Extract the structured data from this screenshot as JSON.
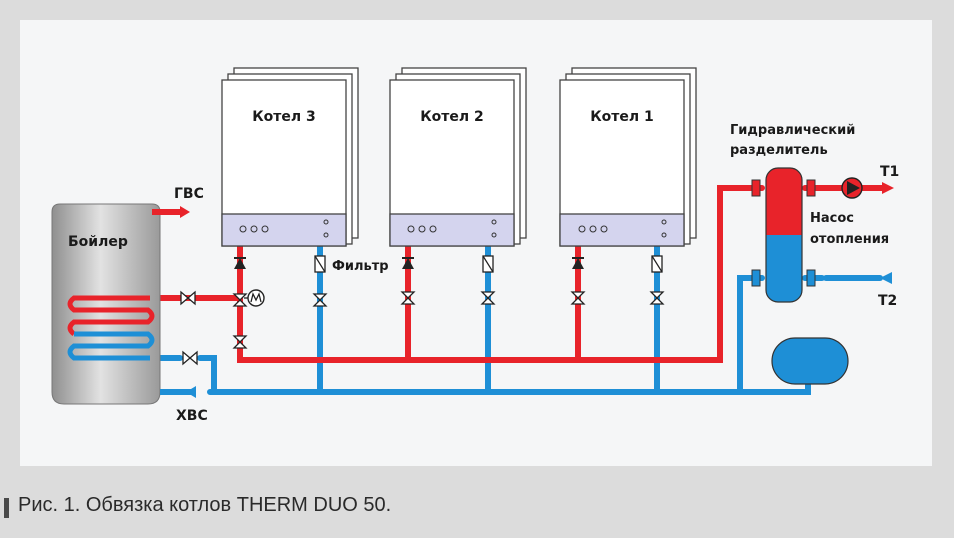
{
  "boilers": [
    {
      "label": "Котел 3"
    },
    {
      "label": "Котел 2"
    },
    {
      "label": "Котел 1"
    }
  ],
  "labels": {
    "hot_water": "ГВС",
    "cold_water": "ХВС",
    "tank": "Бойлер",
    "filter": "Фильтр",
    "separator_line1": "Гидравлический",
    "separator_line2": "разделитель",
    "pump_line1": "Насос",
    "pump_line2": "отопления",
    "t1": "Т1",
    "t2": "Т2"
  },
  "caption": "Рис. 1. Обвязка котлов THERM DUO 50.",
  "colors": {
    "supply_red": "#e8232a",
    "return_blue": "#1e8fd6",
    "boiler_panel": "#d4d4ee",
    "background": "#f5f6f7",
    "page": "#dcdcdc"
  }
}
